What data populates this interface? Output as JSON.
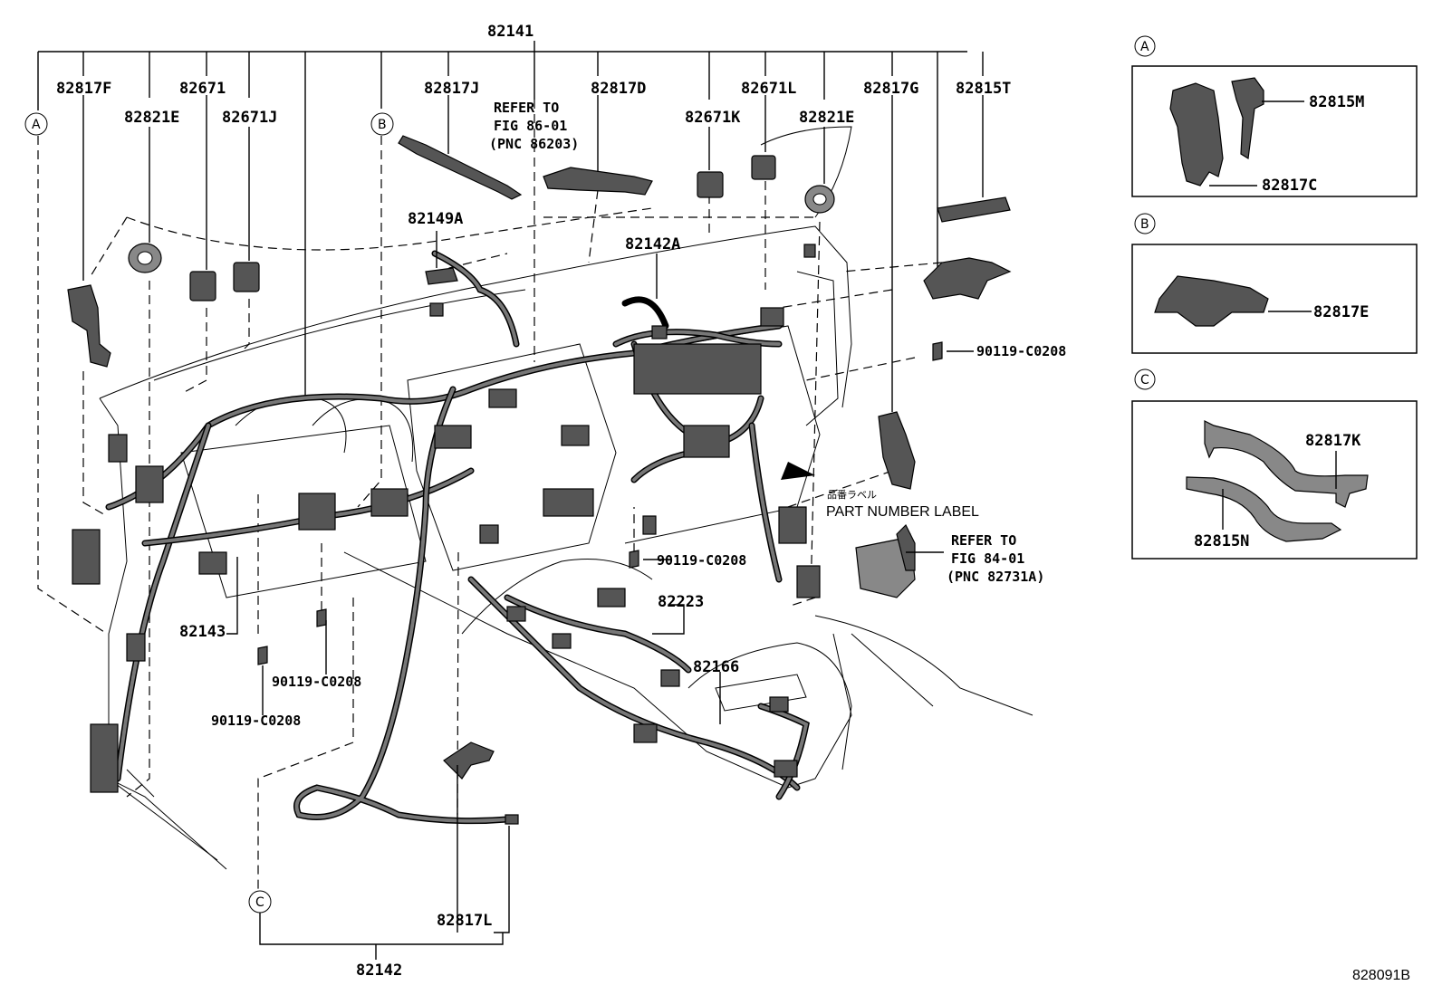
{
  "diagram": {
    "main_title": "82141",
    "top_labels": {
      "p82817F": "82817F",
      "p82671": "82671",
      "p82821E_left": "82821E",
      "p82671J": "82671J",
      "p82817J": "82817J",
      "p82817D": "82817D",
      "p82671L": "82671L",
      "p82671K": "82671K",
      "p82821E_right": "82821E",
      "p82817G": "82817G",
      "p82815T": "82815T",
      "p82149A": "82149A",
      "p82142A": "82142A"
    },
    "refer_top": {
      "line1": "REFER TO",
      "line2": "FIG 86-01",
      "line3": "(PNC 86203)"
    },
    "refer_right": {
      "line1": "REFER TO",
      "line2": "FIG 84-01",
      "line3": "(PNC 82731A)"
    },
    "bolts": {
      "b1": "90119-C0208",
      "b2": "90119-C0208",
      "b3": "90119-C0208",
      "b4": "90119-C0208"
    },
    "lower_labels": {
      "p82143": "82143",
      "p82223": "82223",
      "p82166": "82166",
      "p82817L": "82817L",
      "p82142": "82142"
    },
    "part_number_label_jp": "品番ラベル",
    "part_number_label": "PART NUMBER LABEL",
    "callouts": {
      "a": "A",
      "b": "B",
      "c": "C"
    },
    "inset_a": {
      "tag": "A",
      "label1": "82815M",
      "label2": "82817C"
    },
    "inset_b": {
      "tag": "B",
      "label1": "82817E"
    },
    "inset_c": {
      "tag": "C",
      "label1": "82817K",
      "label2": "82815N"
    },
    "figure_code": "828091B"
  }
}
